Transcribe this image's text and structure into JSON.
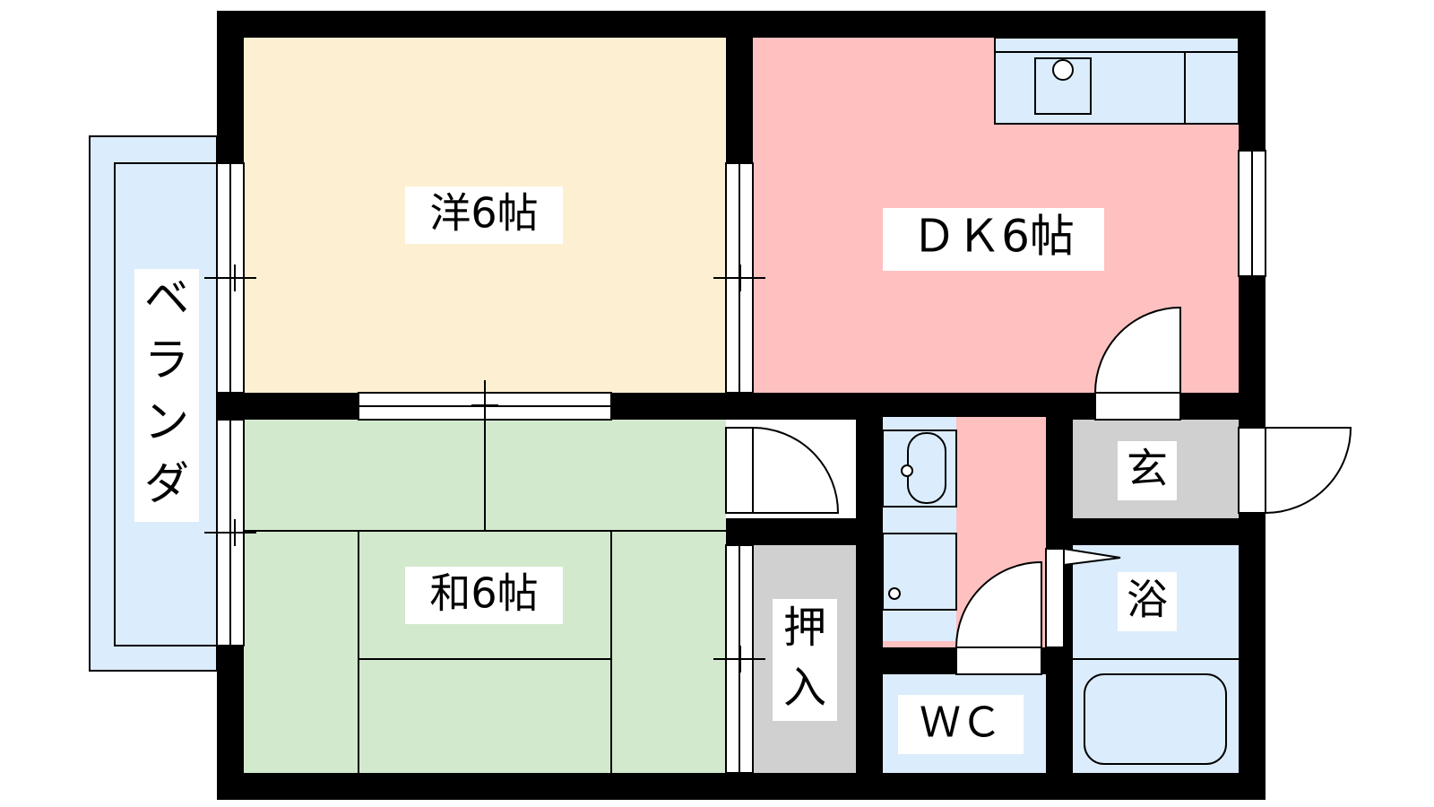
{
  "rooms": {
    "western": "洋6帖",
    "dining_kitchen": "ＤＫ6帖",
    "japanese": "和6帖",
    "entrance": "玄",
    "bath": "浴",
    "closet_line1": "押",
    "closet_line2": "入",
    "toilet": "ＷＣ",
    "veranda": [
      "ベ",
      "ラ",
      "ン",
      "ダ"
    ]
  },
  "colors": {
    "western_floor": "#fdf0d2",
    "dining_kitchen_floor": "#ffc0c0",
    "japanese_floor": "#d3e9cd",
    "wet_area": "#dbecfc",
    "entrance_floor": "#d0d0d0",
    "closet_floor": "#d0d0d0",
    "wall": "#000000"
  }
}
